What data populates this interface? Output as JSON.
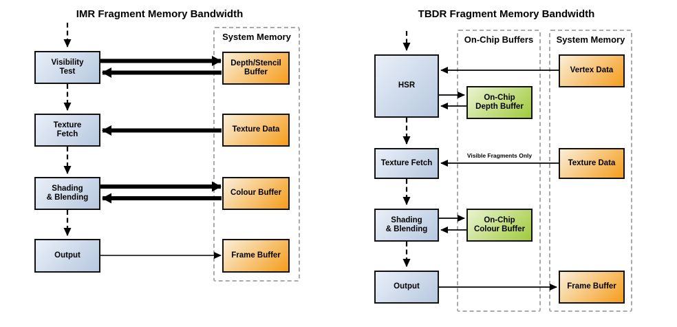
{
  "diagrams": {
    "imr": {
      "title": "IMR Fragment Memory Bandwidth",
      "containers": {
        "system_memory": "System Memory"
      },
      "stages": {
        "visibility_test": "Visibility\nTest",
        "texture_fetch": "Texture\nFetch",
        "shading_blending": "Shading\n& Blending",
        "output": "Output"
      },
      "memory": {
        "depth_stencil_buffer": "Depth/Stencil\nBuffer",
        "texture_data": "Texture Data",
        "colour_buffer": "Colour Buffer",
        "frame_buffer": "Frame Buffer"
      }
    },
    "tbdr": {
      "title": "TBDR Fragment Memory Bandwidth",
      "containers": {
        "onchip_buffers": "On-Chip Buffers",
        "system_memory": "System Memory"
      },
      "stages": {
        "hsr": "HSR",
        "texture_fetch": "Texture Fetch",
        "shading_blending": "Shading\n& Blending",
        "output": "Output"
      },
      "onchip": {
        "depth_buffer": "On-Chip\nDepth Buffer",
        "colour_buffer": "On-Chip\nColour Buffer"
      },
      "memory": {
        "vertex_data": "Vertex Data",
        "texture_data": "Texture Data",
        "frame_buffer": "Frame Buffer"
      },
      "annotations": {
        "visible_fragments_only": "Visible Fragments Only"
      }
    }
  },
  "colors": {
    "background": "#ffffff",
    "stage_gradient_start": "#e9eff8",
    "stage_gradient_end": "#b7c8df",
    "memory_gradient_start": "#faeed8",
    "memory_gradient_end": "#f59d1c",
    "onchip_gradient_start": "#eaf3d0",
    "onchip_gradient_end": "#a0ca3c",
    "box_border": "#111111",
    "container_border": "#a9a9a9",
    "arrow": "#000000"
  }
}
